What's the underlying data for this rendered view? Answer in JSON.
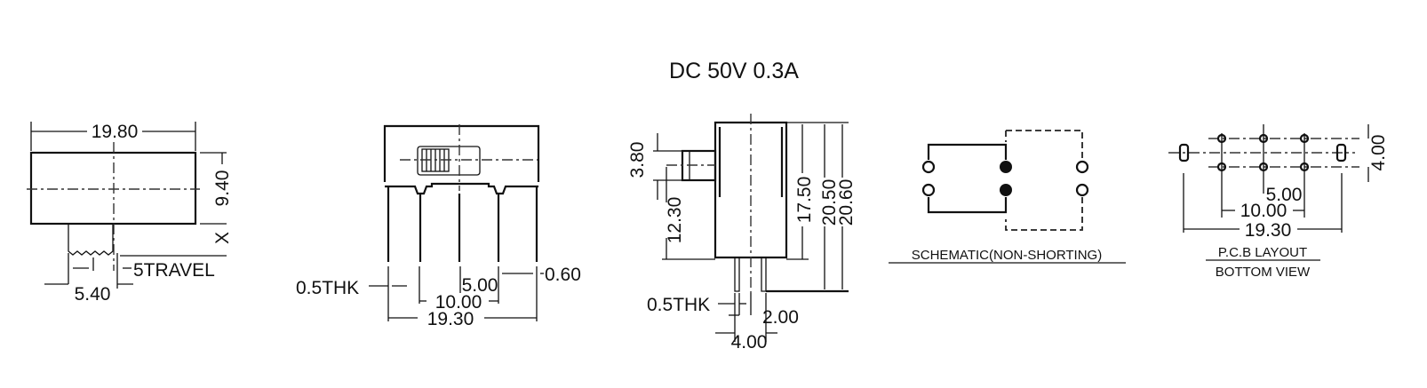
{
  "title": "DC  50V  0.3A",
  "top_view": {
    "width": "19.80",
    "height": "9.40",
    "x_mark": "X",
    "travel": "5TRAVEL",
    "knob": "5.40"
  },
  "front_view": {
    "thickness": "0.5THK",
    "pitch": "5.00",
    "span": "10.00",
    "overall": "19.30",
    "pin_width": "0.60"
  },
  "side_view": {
    "actuator": "3.80",
    "actuator_height": "12.30",
    "body_height": "17.50",
    "height_a": "20.50",
    "height_b": "20.60",
    "thickness": "0.5THK",
    "pin_gap": "2.00",
    "pin_span": "4.00"
  },
  "schematic": {
    "label": "SCHEMATIC(NON-SHORTING)"
  },
  "pcb": {
    "row_pitch": "4.00",
    "pitch": "5.00",
    "span": "10.00",
    "overall": "19.30",
    "label_1": "P.C.B LAYOUT",
    "label_2": "BOTTOM VIEW"
  }
}
